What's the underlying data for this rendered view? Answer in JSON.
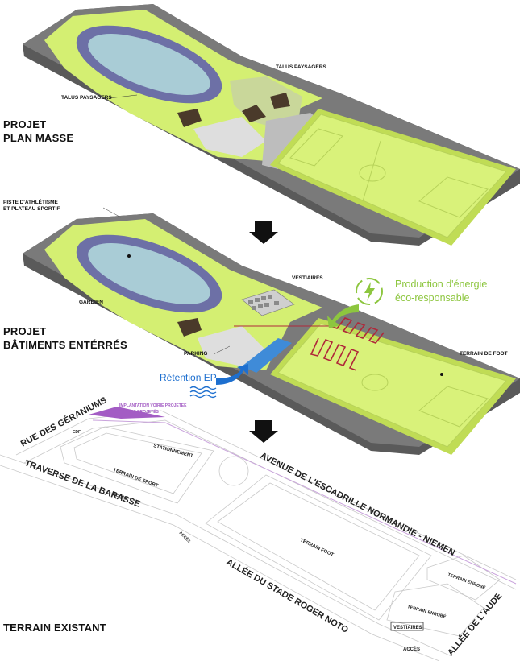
{
  "headings": {
    "plan_masse_1": "PROJET",
    "plan_masse_2": "PLAN MASSE",
    "batiments_1": "PROJET",
    "batiments_2": "BÂTIMENTS ENTÉRRÉS",
    "existant": "TERRAIN EXISTANT"
  },
  "top_labels": {
    "talus_right": "TALUS PAYSAGERS",
    "talus_left": "TALUS PAYSAGERS",
    "piste_1": "PISTE D'ATHLÉTISME",
    "piste_2": "ET PLATEAU SPORTIF"
  },
  "mid_labels": {
    "vestiaires": "VESTIAIRES",
    "gardien": "GARDIEN",
    "parking": "PARKING",
    "terrain_foot": "TERRAIN DE FOOT",
    "energie_1": "Production d'énergie",
    "energie_2": "éco-responsable",
    "retention": "Rétention EP"
  },
  "plan_labels": {
    "rue": "RUE DES GÉRANIUMS",
    "implantation": "IMPLANTATION VOIRIE PROJETÉE",
    "trottoirs": "TROTTOIRS PROJETÉS",
    "edf": "EDF",
    "stationnement": "STATIONNEMENT",
    "terrain_sport": "TERRAIN DE SPORT",
    "traverse": "TRAVERSE DE LA BARASSE",
    "acces1": "ACCÈS",
    "acces2": "ACCÈS",
    "acces3": "ACCÈS",
    "avenue": "AVENUE DE L'ESCADRILLE NORMANDIE - NIEMEN",
    "terrain_foot": "TERRAIN FOOT",
    "allee_stade": "ALLÉE DU STADE ROGER NOTO",
    "enrobe1": "TERRAIN ENROBÉ",
    "enrobe2": "TERRAIN ENROBÉ",
    "vestiaires": "VESTIAIRES",
    "allee_aude": "ALLÉE DE L'AUDE"
  },
  "colors": {
    "ground": "#6e6e6e",
    "grass": "#d4ef72",
    "track": "#7173a8",
    "infield": "#aacdd7",
    "energy": "#8dc63f",
    "water": "#1d6fcf",
    "pipes": "#b0283a",
    "purple": "#a35cc4"
  }
}
